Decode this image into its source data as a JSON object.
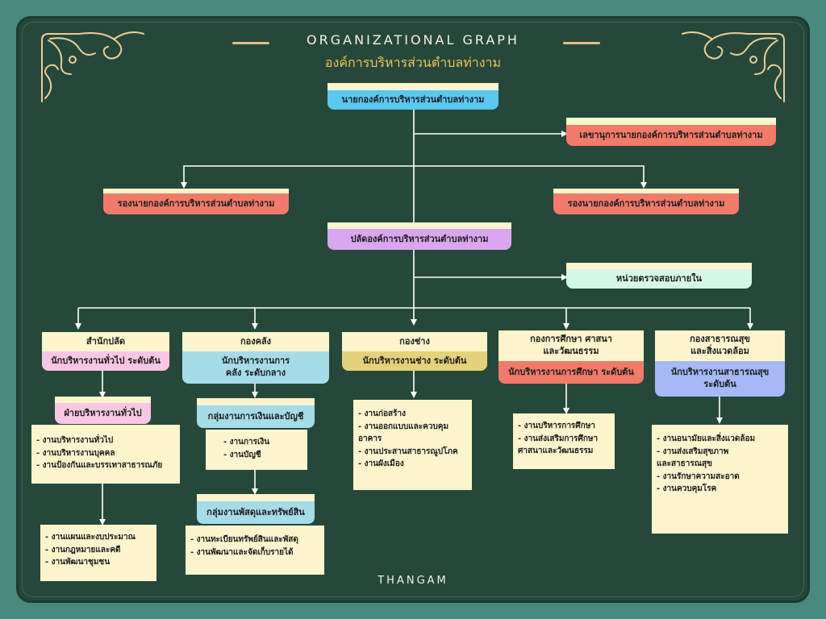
{
  "header": {
    "title_en": "ORGANIZATIONAL GRAPH",
    "title_th": "องค์การบริหารส่วนตำบลท่างาม"
  },
  "footer": {
    "brand": "THANGAM"
  },
  "colors": {
    "board": "#26483a",
    "background": "#4a8a7e",
    "cream": "#fbf4cd",
    "accent_gold": "#e0c089",
    "connector": "#ffffff"
  },
  "org": {
    "mayor": "นายกองค์การบริหารส่วนตำบลท่างาม",
    "secretary": "เลขานุการนายกองค์การบริหารส่วนตำบลท่างาม",
    "deputy_left": "รองนายกองค์การบริหารส่วนตำบลท่างาม",
    "deputy_right": "รองนายกองค์การบริหารส่วนตำบลท่างาม",
    "chief": "ปลัดองค์การบริหารส่วนตำบลท่างาม",
    "audit": "หน่วยตรวจสอบภายใน"
  },
  "departments": [
    {
      "name": "สำนักปลัด",
      "officer": "นักบริหารงานทั่วไป ระดับต้น",
      "sub": "ฝ่ายบริหารงานทั่วไป",
      "tasks": [
        "- งานบริหารงานทั่วไป",
        "- งานบริหารงานบุคคล",
        "- งานป้องกันและบรรเทาสาธารณภัย"
      ],
      "tasks2": [
        "- งานแผนและงบประมาณ",
        "- งานกฎหมายและคดี",
        "- งานพัฒนาชุมชน"
      ]
    },
    {
      "name": "กองคลัง",
      "officer": "นักบริหารงานการคลัง ระดับกลาง",
      "sub": "กลุ่มงานการเงินและบัญชี",
      "tasks": [
        "- งานการเงิน",
        "- งานบัญชี"
      ],
      "sub2": "กลุ่มงานพัสดุและทรัพย์สิน",
      "tasks2": [
        "- งานทะเบียนทรัพย์สินและพัสดุ",
        "- งานพัฒนาและจัดเก็บรายได้"
      ]
    },
    {
      "name": "กองช่าง",
      "officer": "นักบริหารงานช่าง ระดับต้น",
      "tasks": [
        "- งานก่อสร้าง",
        "- งานออกแบบและควบคุม",
        "อาคาร",
        "- งานประสานสาธารณูปโภค",
        "- งานผังเมือง"
      ]
    },
    {
      "name_lines": [
        "กองการศึกษา ศาสนา",
        "และวัฒนธรรม"
      ],
      "officer": "นักบริหารงานการศึกษา ระดับต้น",
      "tasks": [
        "- งานบริหารการศึกษา",
        "- งานส่งเสริมการศึกษา",
        "ศาสนาและวัฒนธรรม"
      ]
    },
    {
      "name_lines": [
        "กองสาธารณสุข",
        "และสิ่งแวดล้อม"
      ],
      "officer_lines": [
        "นักบริหารงานสาธารณสุข",
        "ระดับต้น"
      ],
      "tasks": [
        "- งานอนามัยและสิ่งแวดล้อม",
        "- งานส่งเสริมสุขภาพ",
        "และสาธารณสุข",
        "- งานรักษาความสะอาด",
        "- งานควบคุมโรค"
      ]
    }
  ],
  "icons": {
    "corner_left": "scroll-ornament-icon",
    "corner_right": "scroll-ornament-icon"
  }
}
